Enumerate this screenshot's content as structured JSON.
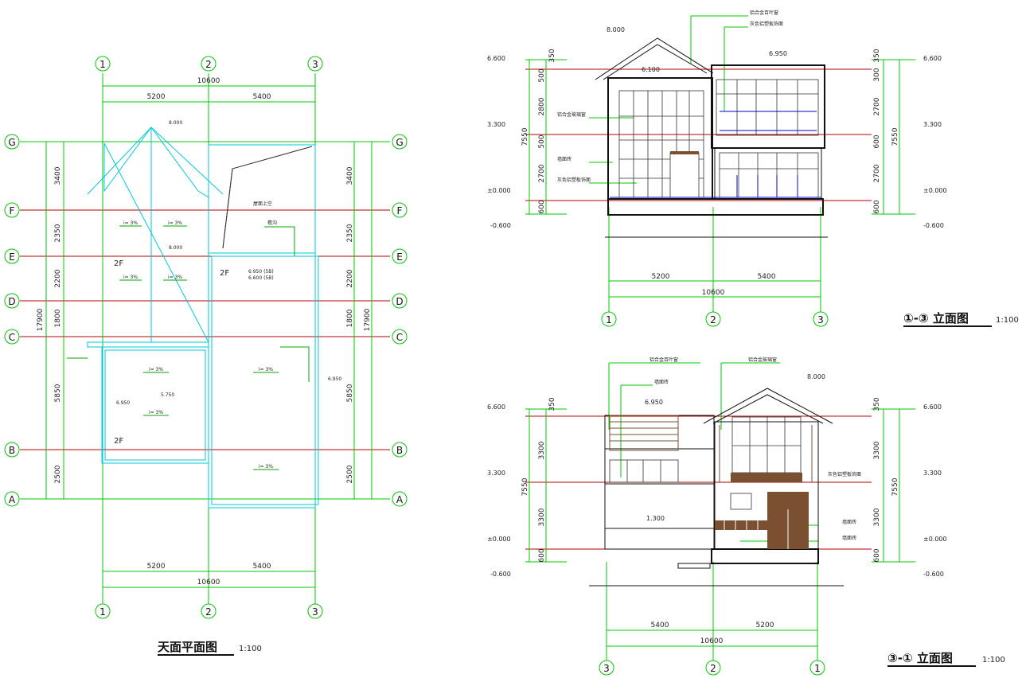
{
  "plan": {
    "title": "天面平面图",
    "scale": "1:100",
    "col_axes": [
      "1",
      "2",
      "3"
    ],
    "row_axes": [
      "G",
      "F",
      "E",
      "D",
      "C",
      "B",
      "A"
    ],
    "dims_top": [
      "10600",
      "5200",
      "5400"
    ],
    "dims_bottom": [
      "5200",
      "5400",
      "10600"
    ],
    "dims_side": [
      "3400",
      "2350",
      "2200",
      "1800",
      "5850",
      "2500"
    ],
    "dim_total": "17900",
    "slopes": [
      "i= 3%",
      "i= 3%",
      "i= 3%",
      "i= 3%",
      "i= 3%",
      "i= 3%",
      "i= 3%",
      "i= 3%"
    ],
    "floor_labels": [
      "2F",
      "2F",
      "2F"
    ],
    "levels": [
      "8.000",
      "8.000",
      "6.950 (5B)",
      "6.600 (5B)",
      "5.750",
      "6.950",
      "6.950"
    ],
    "notes": [
      "屋面上空",
      "檐沟"
    ]
  },
  "elev1": {
    "title": "①-③ 立面图",
    "scale": "1:100",
    "axes": [
      "1",
      "2",
      "3"
    ],
    "dims_bottom": [
      "5200",
      "5400",
      "10600"
    ],
    "left_dims": [
      "350",
      "500",
      "2800",
      "500",
      "2700",
      "600"
    ],
    "left_total": "7550",
    "right_dims": [
      "350",
      "300",
      "2700",
      "600",
      "2700",
      "600"
    ],
    "right_total": "7550",
    "left_levels": [
      "6.600",
      "3.300",
      "±0.000",
      "-0.600"
    ],
    "right_levels": [
      "6.600",
      "3.300",
      "±0.000",
      "-0.600"
    ],
    "top_levels": [
      "8.000",
      "6.950",
      "6.100"
    ],
    "notes": [
      "铝合金百叶窗",
      "灰色铝塑板饰面",
      "铝合金玻璃窗",
      "墙面砖",
      "灰色铝塑板饰面"
    ]
  },
  "elev2": {
    "title": "③-① 立面图",
    "scale": "1:100",
    "axes": [
      "3",
      "2",
      "1"
    ],
    "dims_bottom": [
      "5400",
      "5200",
      "10600"
    ],
    "left_dims": [
      "350",
      "3300",
      "3300",
      "600"
    ],
    "left_total": "7550",
    "right_dims": [
      "350",
      "3300",
      "3300",
      "600"
    ],
    "right_total": "7550",
    "left_levels": [
      "6.600",
      "3.300",
      "±0.000",
      "-0.600"
    ],
    "right_levels": [
      "6.600",
      "3.300",
      "±0.000",
      "-0.600"
    ],
    "top_levels": [
      "8.000",
      "6.950",
      "1.300"
    ],
    "notes": [
      "铝合金百叶窗",
      "铝合金玻璃窗",
      "墙面砖",
      "灰色铝塑板饰面",
      "墙面砖",
      "墙面砖"
    ]
  },
  "colors": {
    "grid": "#00c800",
    "axis_red": "#b40000",
    "roof": "#00c8dc",
    "blue": "#0000cc",
    "brown": "#7a5030",
    "dark": "#111111"
  }
}
